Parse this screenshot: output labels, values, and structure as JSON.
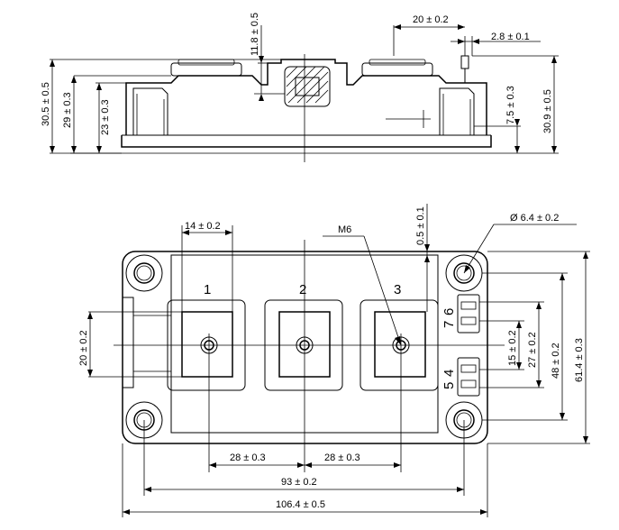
{
  "side_view": {
    "dims": {
      "d_11_8": "11.8 ± 0.5",
      "d_20": "20 ± 0.2",
      "d_2_8": "2.8 ± 0.1",
      "d_30_5": "30.5 ± 0.5",
      "d_29": "29 ± 0.3",
      "d_23": "23 ± 0.3",
      "d_7_5": "7.5 ± 0.3",
      "d_30_9": "30.9 ± 0.5"
    }
  },
  "top_view": {
    "dims": {
      "d_14": "14 ± 0.2",
      "thread": "M6",
      "d_0_5": "0.5 ± 0.1",
      "d_hole": "Ø  6.4 ± 0.2",
      "d_20": "20 ± 0.2",
      "d_15": "15 ± 0.2",
      "d_27": "27 ± 0.2",
      "d_48": "48 ± 0.2",
      "d_61_4": "61.4 ± 0.3",
      "d_28a": "28 ± 0.3",
      "d_28b": "28 ± 0.3",
      "d_93": "93 ± 0.2",
      "d_106_4": "106.4 ± 0.5"
    },
    "terminals": {
      "t1": "1",
      "t2": "2",
      "t3": "3",
      "p6": "6",
      "p7": "7",
      "p4": "4",
      "p5": "5"
    }
  }
}
